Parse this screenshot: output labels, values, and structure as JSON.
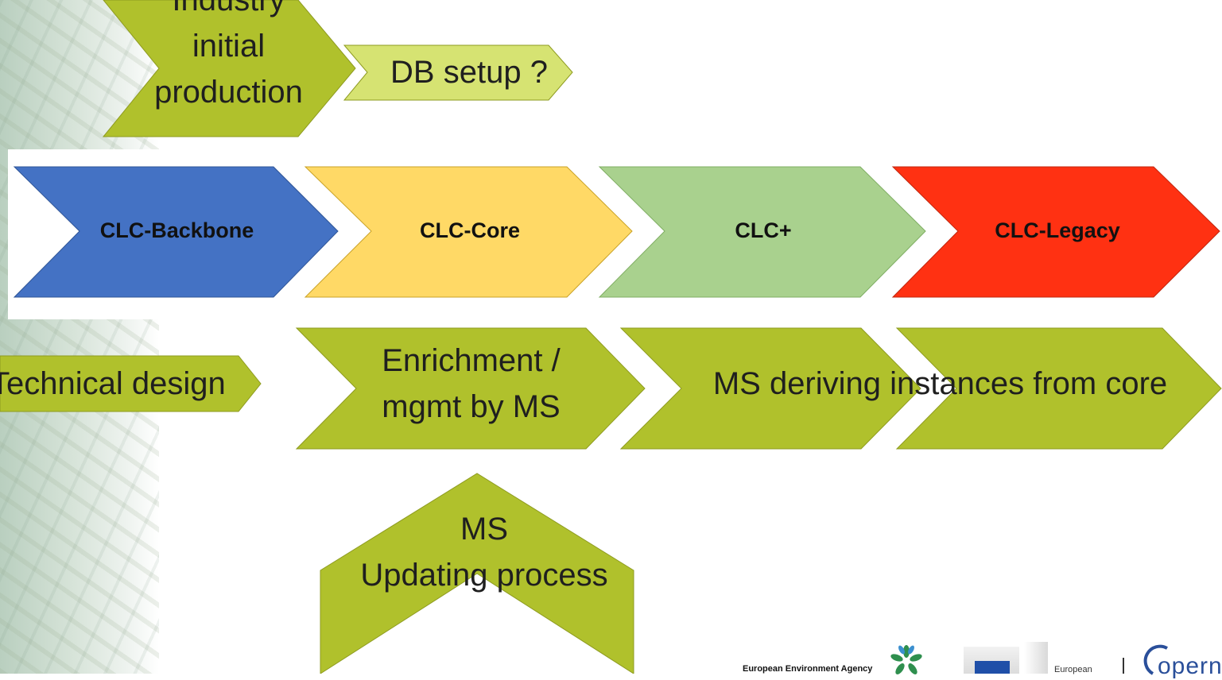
{
  "top_row": {
    "industry_label": "Industry\ninitial\nproduction",
    "db_setup_label": "DB setup ?"
  },
  "main_row": {
    "items": [
      {
        "label": "CLC-Backbone",
        "color": "#4472c4"
      },
      {
        "label": "CLC-Core",
        "color": "#ffd966"
      },
      {
        "label": "CLC+",
        "color": "#a9d18e"
      },
      {
        "label": "CLC-Legacy",
        "color": "#ff3112"
      }
    ]
  },
  "process_row": {
    "technical_design": "Technical design",
    "enrichment": "Enrichment /\nmgmt by MS",
    "deriving": "MS deriving instances from core"
  },
  "updating": {
    "label": "MS\nUpdating process"
  },
  "footer": {
    "eea_label": "European Environment Agency",
    "european_label": "European",
    "copernicus_partial": "opern"
  },
  "colors": {
    "olive": "#b0c12c",
    "light_olive": "#d6e372",
    "olive_border": "#8e9b20"
  }
}
